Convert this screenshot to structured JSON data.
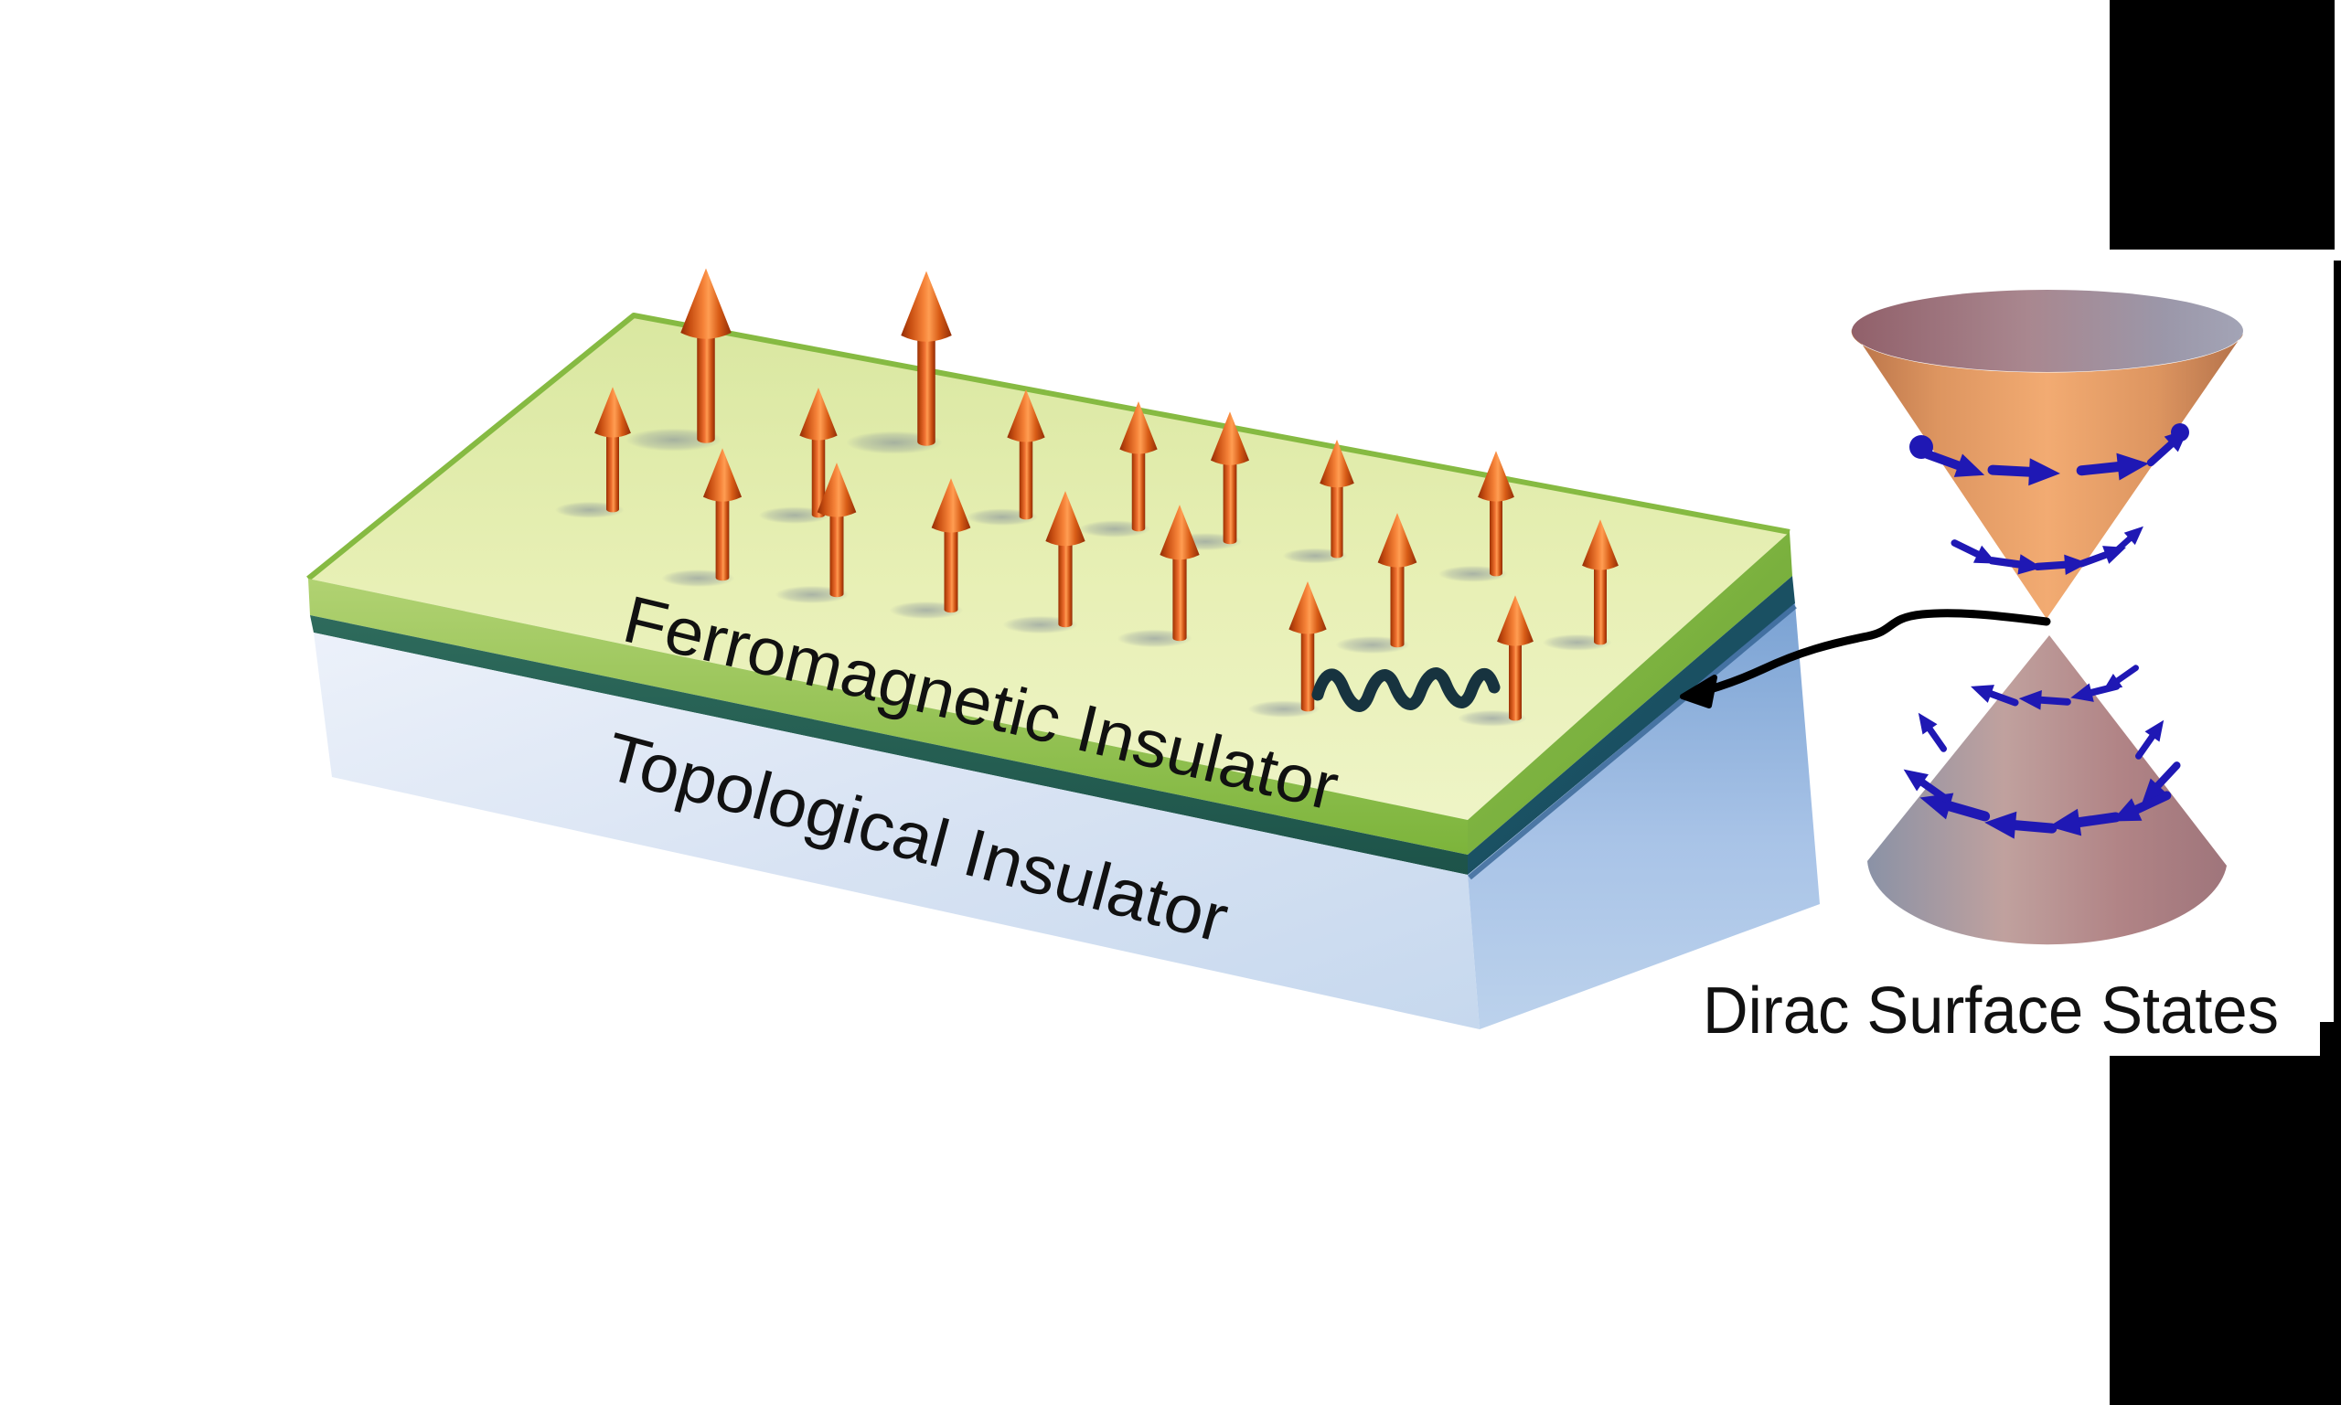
{
  "labels": {
    "ferromagnetic_insulator": "Ferromagnetic Insulator",
    "topological_insulator": "Topological Insulator",
    "dirac_surface_states": "Dirac Surface States"
  },
  "palette": {
    "background": "#ffffff",
    "slab_top": "#e8f0b6",
    "fm_layer_green": "#7cb43b",
    "interface_teal": "#235e57",
    "ti_front_blue": "#d8e3f3",
    "ti_side_blue": "#8fb3de",
    "spin_arrow_orange": "#e25a15",
    "spin_arrow_highlight": "#ff9a50",
    "ring_arrow_blue": "#1f18b4",
    "cone_upper_orange": "#f2ab72",
    "cone_rim_mauve": "#a9878f",
    "cone_lower_mauve": "#b18486",
    "annotation_black": "#000000",
    "squiggle_navy": "#17333f",
    "text_color": "#111111"
  },
  "icons": {
    "spin_arrow": "3d-up-arrow-icon",
    "ring_arrow": "tangent-spin-arrow-icon",
    "ring_dot": "spin-dot-icon",
    "exchange_squiggle": "wavy-coupling-icon",
    "interface_pointer": "curved-arrow-icon"
  },
  "diagram": {
    "spin_arrows": [
      [
        670,
        562,
        140
      ],
      [
        772,
        487,
        195
      ],
      [
        895,
        568,
        145
      ],
      [
        1013,
        490,
        195
      ],
      [
        1122,
        570,
        145
      ],
      [
        1245,
        583,
        145
      ],
      [
        1345,
        597,
        148
      ],
      [
        1462,
        612,
        132
      ],
      [
        1636,
        632,
        140
      ],
      [
        790,
        637,
        148
      ],
      [
        915,
        655,
        150
      ],
      [
        1040,
        672,
        150
      ],
      [
        1165,
        688,
        152
      ],
      [
        1290,
        703,
        152
      ],
      [
        1750,
        707,
        140
      ],
      [
        1528,
        710,
        150
      ],
      [
        1430,
        780,
        145
      ],
      [
        1657,
        790,
        140
      ]
    ],
    "ring_arrows": [
      [
        2138,
        508,
        20,
        0.9
      ],
      [
        2215,
        516,
        3,
        1
      ],
      [
        2312,
        511,
        -6,
        1
      ],
      [
        2372,
        488,
        -42,
        0.75
      ],
      [
        2160,
        605,
        26,
        0.7
      ],
      [
        2205,
        617,
        8,
        0.75
      ],
      [
        2255,
        618,
        -4,
        0.75
      ],
      [
        2300,
        608,
        -20,
        0.7
      ],
      [
        2327,
        591,
        -42,
        0.6
      ],
      [
        2180,
        760,
        200,
        0.7
      ],
      [
        2235,
        766,
        184,
        0.72
      ],
      [
        2290,
        757,
        166,
        0.7
      ],
      [
        2318,
        743,
        145,
        0.6
      ],
      [
        2112,
        800,
        235,
        0.65
      ],
      [
        2352,
        808,
        -55,
        0.65
      ],
      [
        2136,
        883,
        196,
        1
      ],
      [
        2208,
        903,
        185,
        1
      ],
      [
        2278,
        899,
        172,
        1
      ],
      [
        2340,
        884,
        155,
        0.9
      ],
      [
        2105,
        858,
        215,
        0.75
      ],
      [
        2362,
        857,
        133,
        0.75
      ]
    ],
    "ring_dots": [
      [
        2101,
        489,
        13
      ],
      [
        2384,
        473,
        10
      ]
    ]
  }
}
